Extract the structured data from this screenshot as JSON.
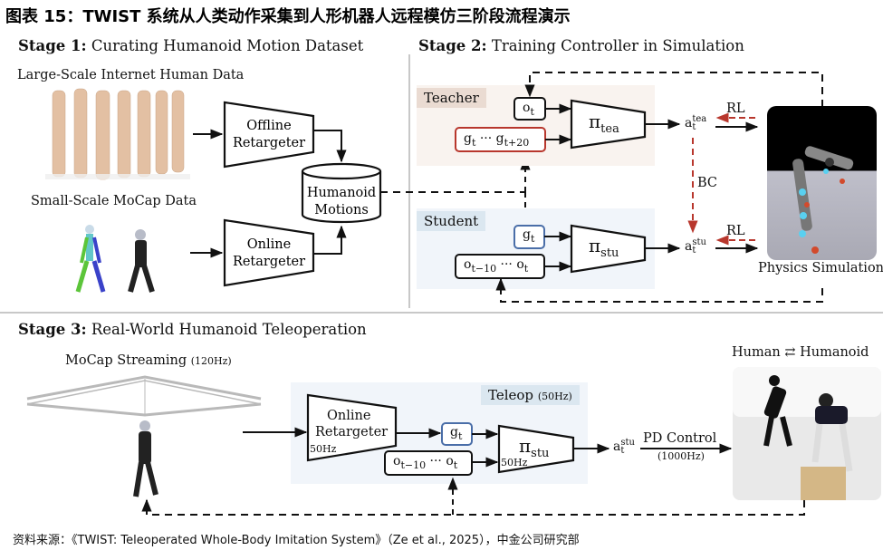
{
  "title": "图表 15：TWIST 系统从人类动作采集到人形机器人远程模仿三阶段流程演示",
  "stage1": {
    "prefix": "Stage 1:",
    "heading": " Curating Humanoid Motion Dataset",
    "large_scale_label": "Large-Scale Internet Human Data",
    "small_scale_label": "Small-Scale MoCap Data",
    "offline_retargeter": [
      "Offline",
      "Retargeter"
    ],
    "online_retargeter": [
      "Online",
      "Retargeter"
    ],
    "humanoid_motions": [
      "Humanoid",
      "Motions"
    ]
  },
  "stage2": {
    "prefix": "Stage 2:",
    "heading": " Training Controller in Simulation",
    "teacher_label": "Teacher",
    "student_label": "Student",
    "teacher_obs": "o",
    "teacher_obs_sub": "t",
    "teacher_goal": "g",
    "teacher_goal_sub_start": "t",
    "teacher_goal_ellipsis": "···",
    "teacher_goal_sub_end": "t+20",
    "teacher_policy": "π",
    "teacher_policy_sub": "tea",
    "student_goal": "g",
    "student_goal_sub": "t",
    "student_obs": "o",
    "student_obs_sub_start": "t−10",
    "student_obs_ellipsis": "···",
    "student_obs_sub_end": "t",
    "student_policy": "π",
    "student_policy_sub": "stu",
    "action_teacher": "a",
    "action_teacher_sup": "tea",
    "action_teacher_sub": "t",
    "action_student": "a",
    "action_student_sup": "stu",
    "action_student_sub": "t",
    "rl_label": "RL",
    "bc_label": "BC",
    "sim_caption": "Physics Simulation"
  },
  "stage3": {
    "prefix": "Stage 3:",
    "heading": " Real-World Humanoid Teleoperation",
    "mocap_label": "MoCap Streaming",
    "mocap_rate": "(120Hz)",
    "teleop_label": "Teleop",
    "teleop_rate": "(50Hz)",
    "online_retargeter": [
      "Online",
      "Retargeter"
    ],
    "retargeter_rate": "50Hz",
    "policy_rate": "50Hz",
    "goal": "g",
    "goal_sub": "t",
    "obs": "o",
    "obs_sub_start": "t−10",
    "obs_ellipsis": "···",
    "obs_sub_end": "t",
    "policy": "π",
    "policy_sub": "stu",
    "action": "a",
    "action_sup": "stu",
    "action_sub": "t",
    "pd_control": "PD Control",
    "pd_rate": "(1000Hz)",
    "human_humanoid": "Human ⇄ Humanoid"
  },
  "colors": {
    "teacher_bg": "#f9f3ef",
    "teacher_tag_bg": "#eadbd2",
    "student_bg": "#f1f5fa",
    "student_tag_bg": "#dbe7f0",
    "red_accent": "#b8372d",
    "blue_accent": "#4a6ea8"
  },
  "footer": "资料来源：《TWIST: Teleoperated Whole-Body Imitation System》（Ze et al., 2025），中金公司研究部"
}
